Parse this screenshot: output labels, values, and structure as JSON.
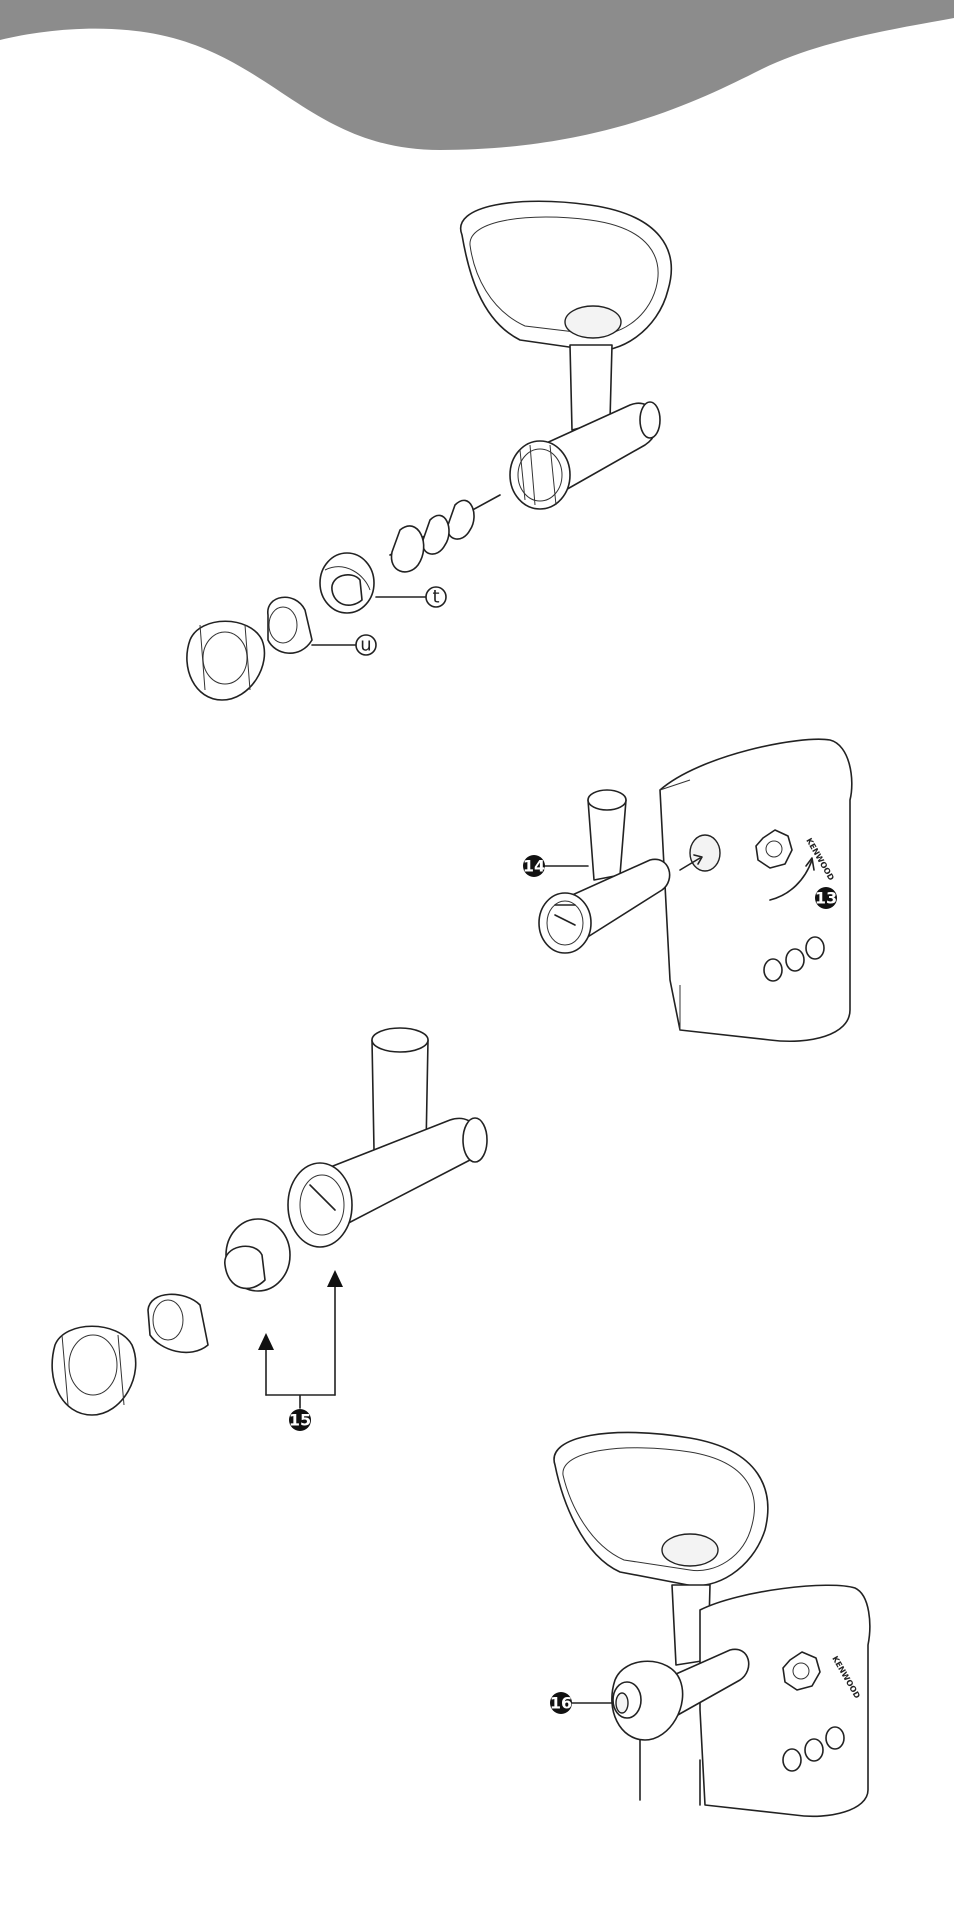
{
  "header": {
    "band_color": "#8c8c8c"
  },
  "figure1": {
    "callout_t": "t",
    "callout_u": "u"
  },
  "figure2": {
    "callout_14": "14",
    "callout_13": "13",
    "brand": "KENWOOD"
  },
  "figure3": {
    "callout_15": "15"
  },
  "figure4": {
    "callout_16": "16",
    "brand": "KENWOOD"
  }
}
